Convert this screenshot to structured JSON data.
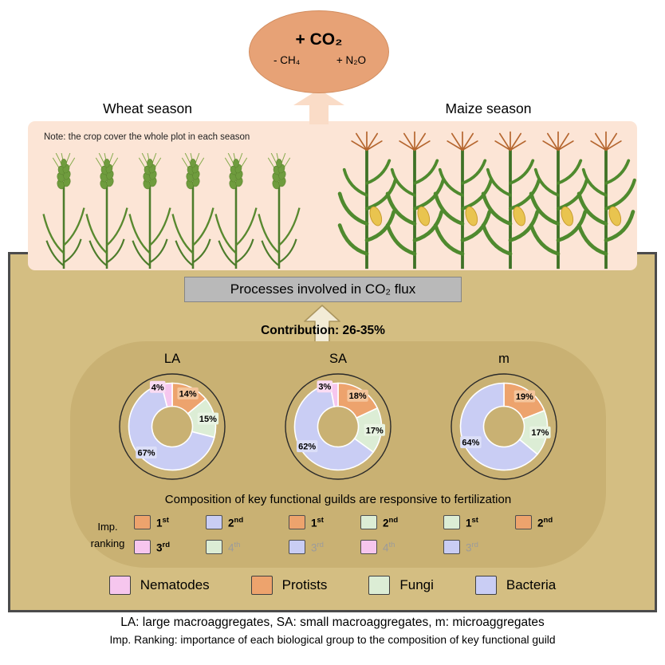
{
  "emission_bubble": {
    "co2": "+ CO₂",
    "ch4": "- CH₄",
    "n2o": "+ N₂O"
  },
  "seasons": {
    "wheat": "Wheat season",
    "maize": "Maize season"
  },
  "field_note": "Note: the crop cover the whole plot in each season",
  "process_box": "Processes involved in CO₂ flux",
  "contribution": "Contribution: 26-35%",
  "composition_note": "Composition of key functional guilds are responsive to fertilization",
  "guilds": {
    "nematodes": {
      "label": "Nematodes",
      "color": "#f6c6ee",
      "tint": "#fadcf3"
    },
    "protists": {
      "label": "Protists",
      "color": "#eda36d",
      "tint": "#f4c59c"
    },
    "fungi": {
      "label": "Fungi",
      "color": "#dcedd5",
      "tint": "#e9f4e3"
    },
    "bacteria": {
      "label": "Bacteria",
      "color": "#c9cdf4",
      "tint": "#dcdff8"
    }
  },
  "chart_data": {
    "type": "donut",
    "charts": [
      {
        "label": "LA",
        "segments": [
          {
            "guild": "protists",
            "value": 14
          },
          {
            "guild": "fungi",
            "value": 15
          },
          {
            "guild": "bacteria",
            "value": 67
          },
          {
            "guild": "nematodes",
            "value": 4
          }
        ]
      },
      {
        "label": "SA",
        "segments": [
          {
            "guild": "protists",
            "value": 18
          },
          {
            "guild": "fungi",
            "value": 17
          },
          {
            "guild": "bacteria",
            "value": 62
          },
          {
            "guild": "nematodes",
            "value": 3
          }
        ]
      },
      {
        "label": "m",
        "segments": [
          {
            "guild": "protists",
            "value": 19
          },
          {
            "guild": "fungi",
            "value": 17
          },
          {
            "guild": "bacteria",
            "value": 64
          }
        ]
      }
    ]
  },
  "imp_ranking": {
    "label_line1": "Imp.",
    "label_line2": "ranking",
    "groups": [
      {
        "chart": "LA",
        "rows": [
          [
            {
              "guild": "protists",
              "rank": "1st",
              "active": true
            },
            {
              "guild": "bacteria",
              "rank": "2nd",
              "active": true
            }
          ],
          [
            {
              "guild": "nematodes",
              "rank": "3rd",
              "active": true
            },
            {
              "guild": "fungi",
              "rank": "4th",
              "active": false
            }
          ]
        ]
      },
      {
        "chart": "SA",
        "rows": [
          [
            {
              "guild": "protists",
              "rank": "1st",
              "active": true
            },
            {
              "guild": "fungi",
              "rank": "2nd",
              "active": true
            }
          ],
          [
            {
              "guild": "bacteria",
              "rank": "3rd",
              "active": false
            },
            {
              "guild": "nematodes",
              "rank": "4th",
              "active": false
            }
          ]
        ]
      },
      {
        "chart": "m",
        "rows": [
          [
            {
              "guild": "fungi",
              "rank": "1st",
              "active": true
            },
            {
              "guild": "protists",
              "rank": "2nd",
              "active": true
            }
          ],
          [
            {
              "guild": "bacteria",
              "rank": "3rd",
              "active": false
            }
          ]
        ]
      }
    ]
  },
  "legend": [
    {
      "guild": "nematodes"
    },
    {
      "guild": "protists"
    },
    {
      "guild": "fungi"
    },
    {
      "guild": "bacteria"
    }
  ],
  "footer": {
    "line1": "LA: large macroaggregates, SA: small macroaggregates, m: microaggregates",
    "line2": "Imp. Ranking: importance of each biological group to the composition of key functional guild"
  }
}
